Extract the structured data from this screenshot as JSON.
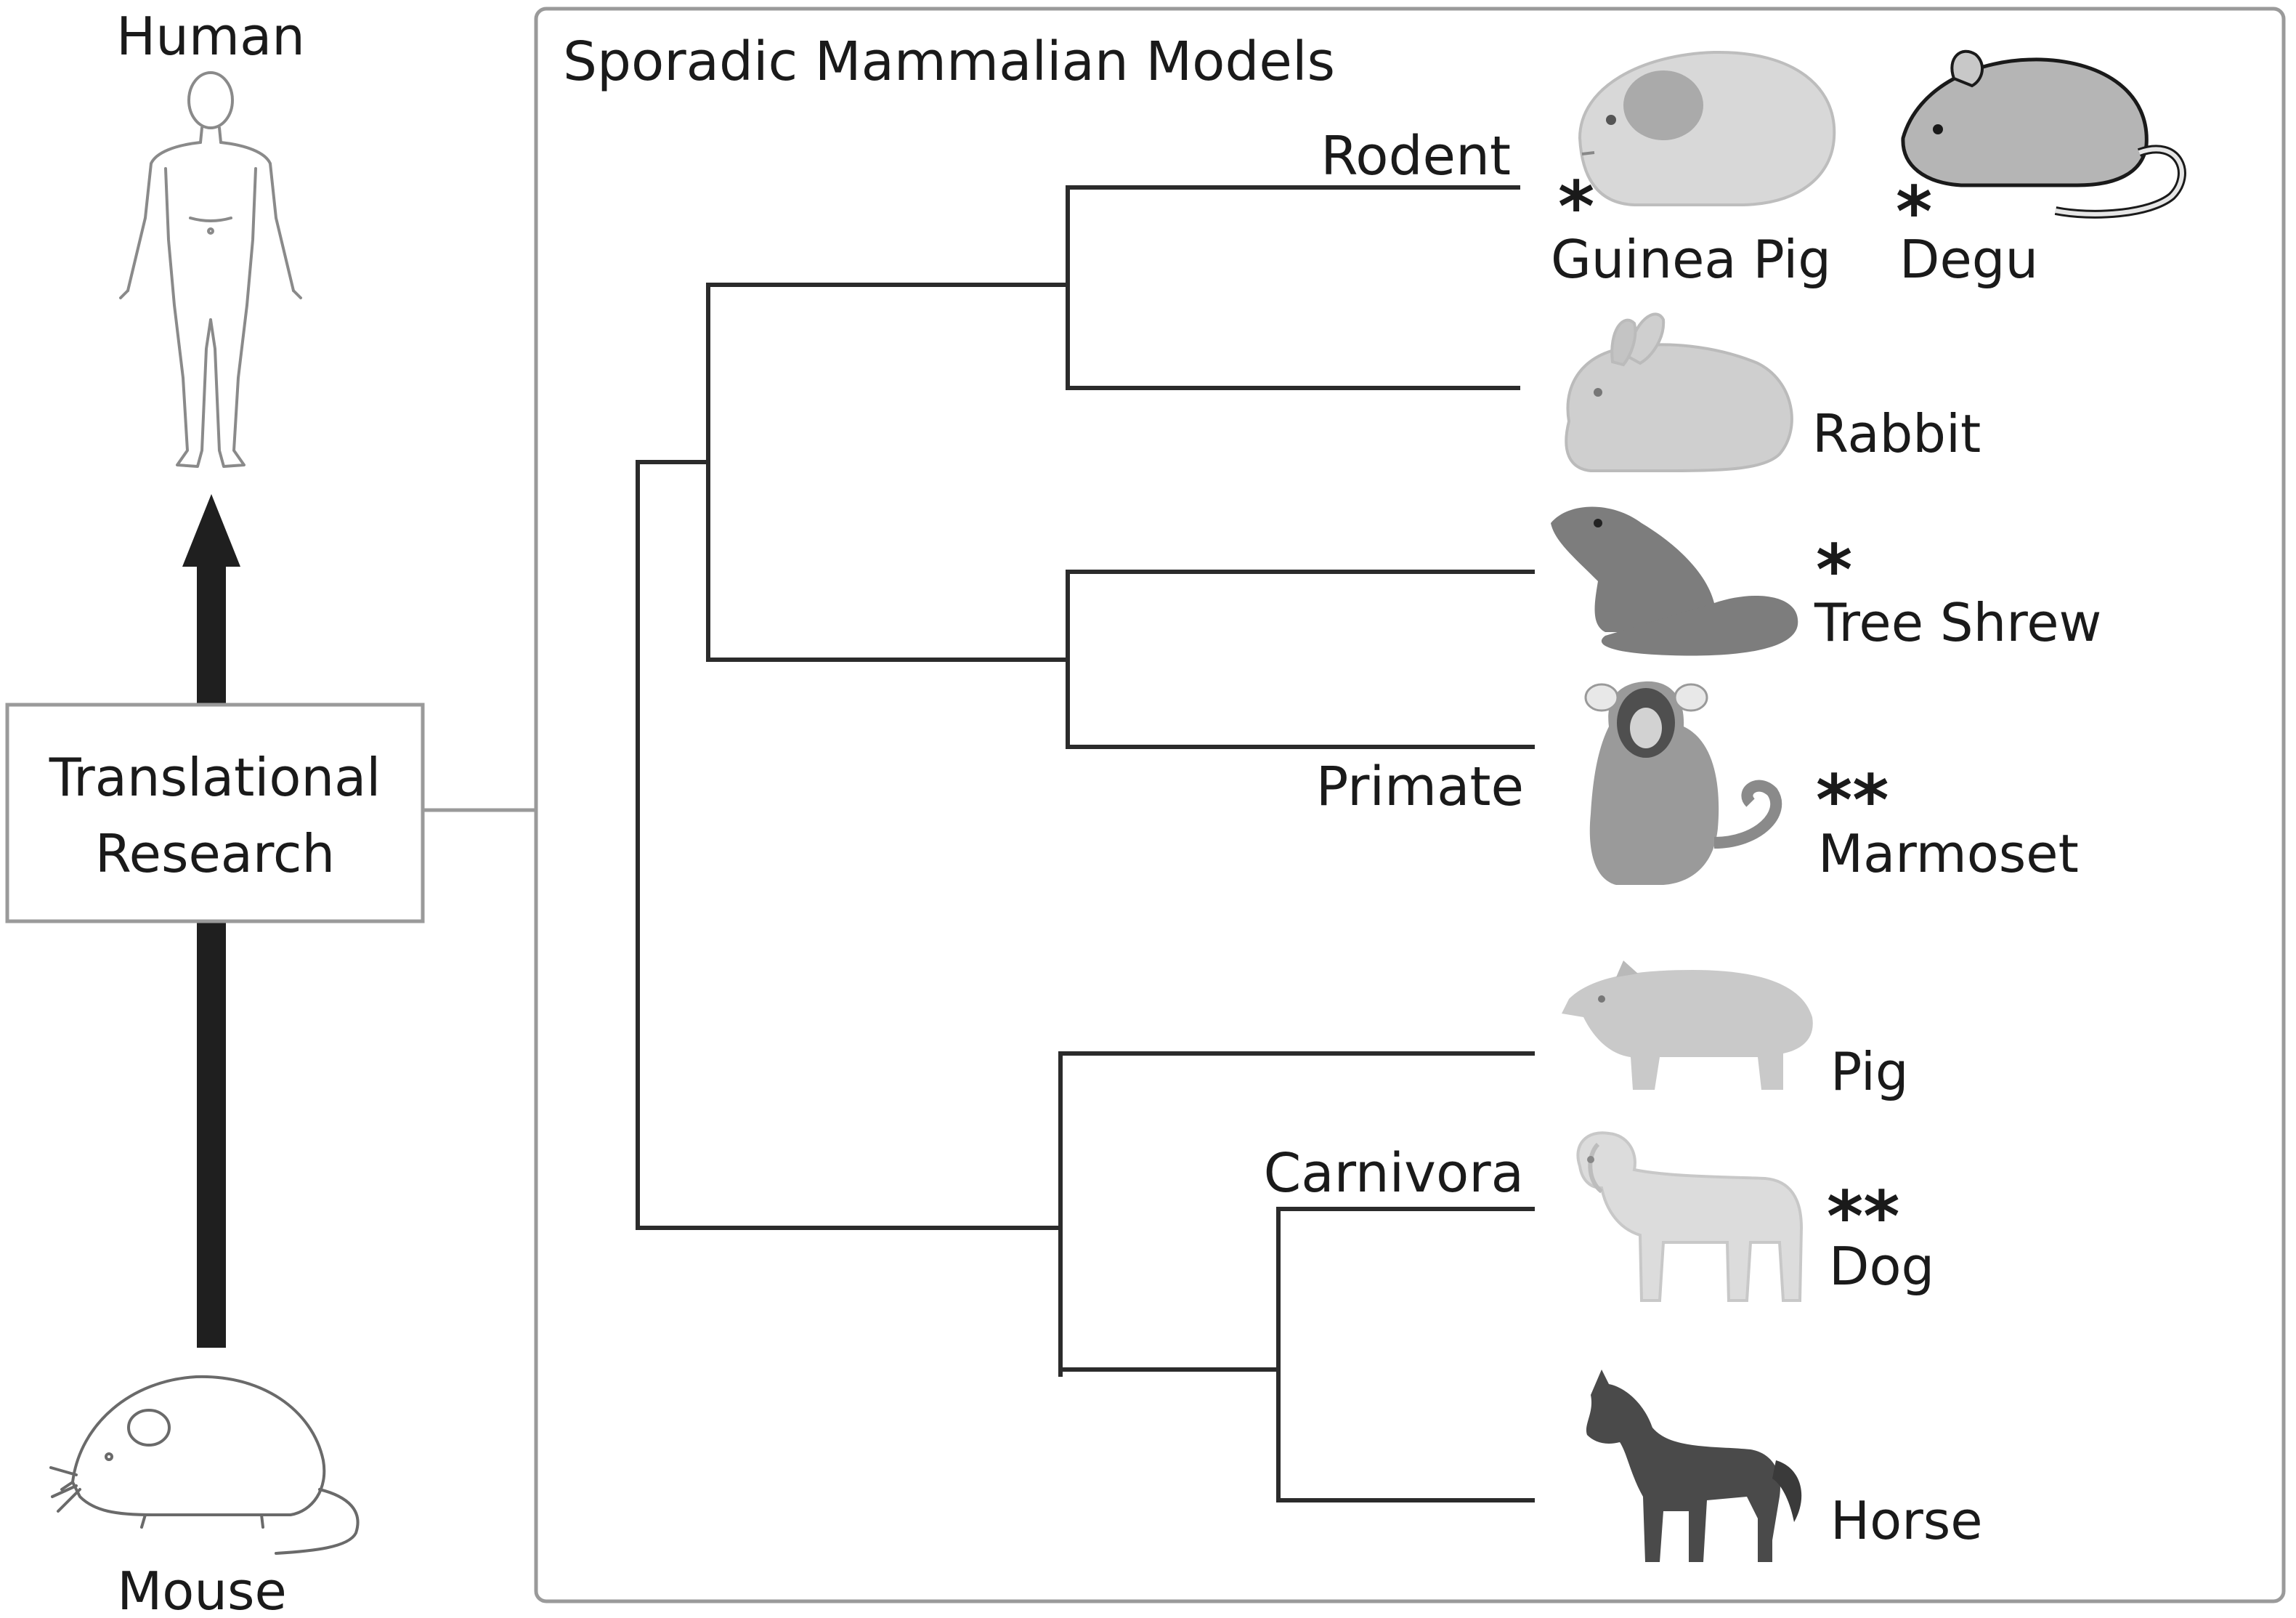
{
  "left_panel": {
    "human_label": "Human",
    "mouse_label": "Mouse",
    "center_box": {
      "line1": "Translational",
      "line2": "Research"
    }
  },
  "main_panel": {
    "title": "Sporadic Mammalian Models",
    "groups": {
      "rodent": "Rodent",
      "primate": "Primate",
      "carnivora": "Carnivora"
    },
    "species": {
      "guinea_pig": {
        "name": "Guinea Pig",
        "marker": "*"
      },
      "degu": {
        "name": "Degu",
        "marker": "*"
      },
      "rabbit": {
        "name": "Rabbit",
        "marker": ""
      },
      "tree_shrew": {
        "name": "Tree Shrew",
        "marker": "*"
      },
      "marmoset": {
        "name": "Marmoset",
        "marker": "**"
      },
      "pig": {
        "name": "Pig",
        "marker": ""
      },
      "dog": {
        "name": "Dog",
        "marker": "**"
      },
      "horse": {
        "name": "Horse",
        "marker": ""
      }
    }
  },
  "colors": {
    "line": "#2b2b2b",
    "box_border": "#9a9a9a",
    "arrow": "#1f1f1f",
    "guinea_pig": "#d8d8d8",
    "degu": "#b5b5b5",
    "rabbit": "#cfcfcf",
    "tree_shrew": "#7d7d7d",
    "marmoset": "#9a9a9a",
    "pig": "#c9c9c9",
    "dog": "#dcdcdc",
    "horse": "#4a4a4a"
  }
}
